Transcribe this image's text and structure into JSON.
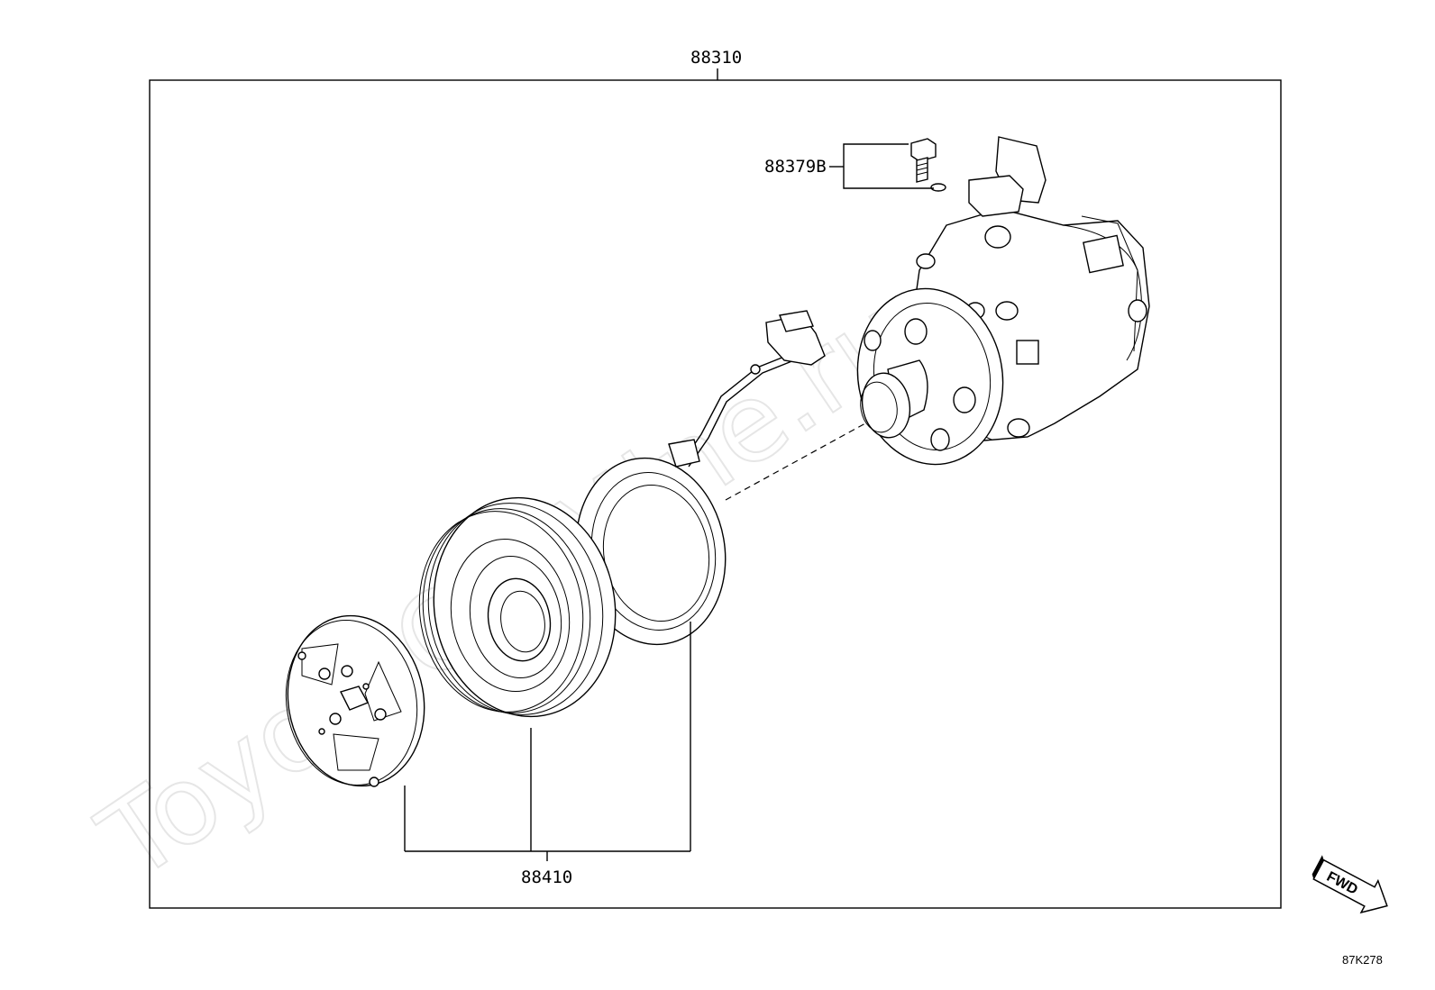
{
  "watermark": "ToyotaCarMine.ru",
  "callouts": {
    "compressor_assy": "88310",
    "valve_sub_assy": "88379B",
    "clutch_assy": "88410"
  },
  "fwd_marker": "FWD",
  "figure_ref": "87K278",
  "colors": {
    "line": "#000000",
    "watermark": "#e6e6e6",
    "background": "#ffffff"
  }
}
